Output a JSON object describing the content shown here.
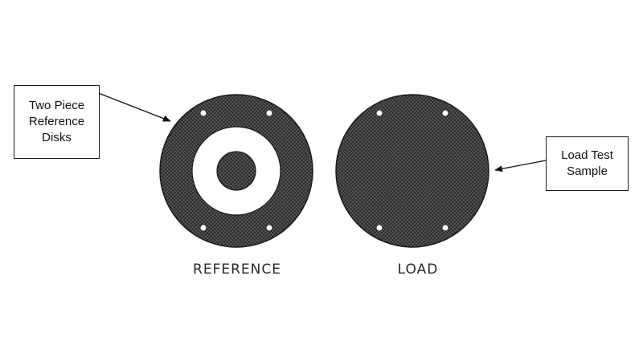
{
  "callouts": {
    "reference": "Two Piece\nReference\nDisks",
    "load": "Load Test\nSample"
  },
  "labels": {
    "reference": "REFERENCE",
    "load": "LOAD"
  },
  "colors": {
    "ink": "#1a1a1a",
    "hatch": "#2b2b2b",
    "background": "#ffffff"
  }
}
